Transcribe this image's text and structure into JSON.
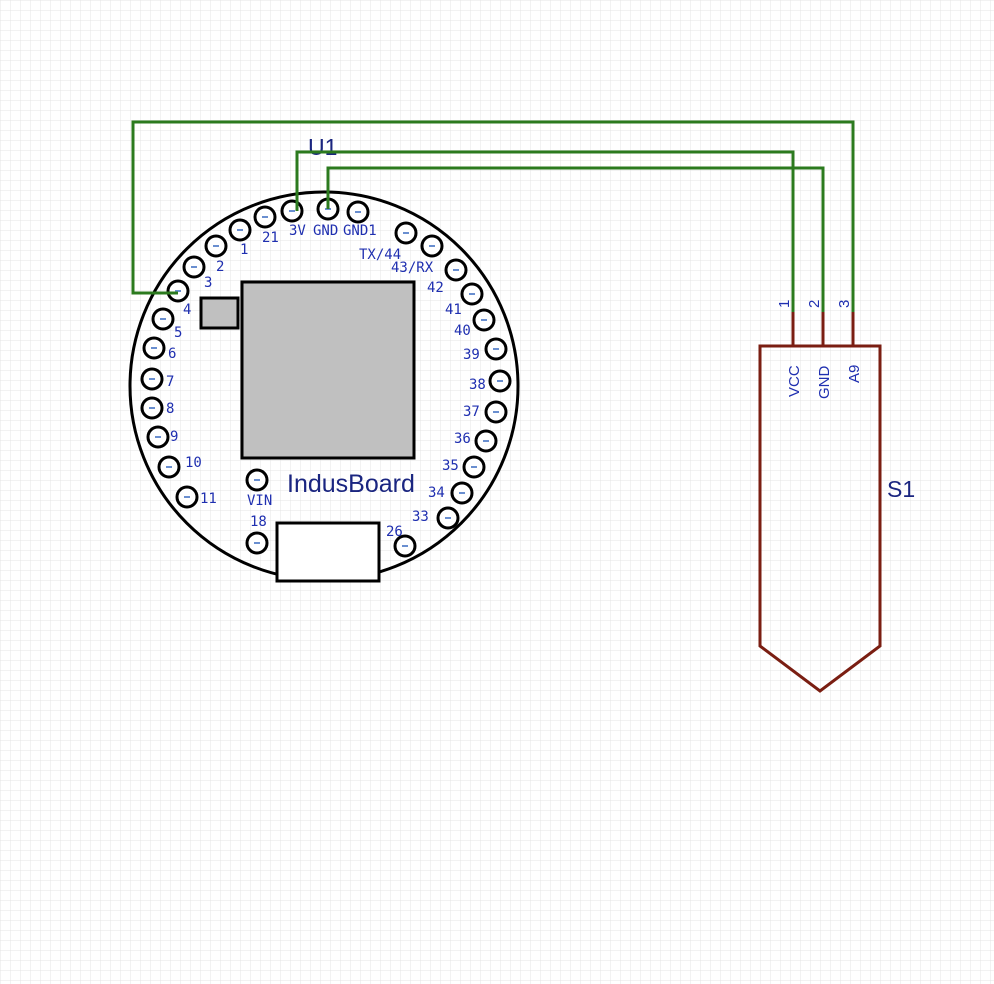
{
  "board": {
    "ref": "U1",
    "name": "IndusBoard",
    "pins": [
      "21",
      "1",
      "2",
      "3",
      "4",
      "5",
      "6",
      "7",
      "8",
      "9",
      "10",
      "11",
      "3V",
      "GND",
      "GND1",
      "TX/44",
      "43/RX",
      "42",
      "41",
      "40",
      "39",
      "38",
      "37",
      "36",
      "35",
      "34",
      "33",
      "26",
      "18",
      "VIN"
    ]
  },
  "sensor": {
    "ref": "S1",
    "pin_numbers": [
      "1",
      "2",
      "3"
    ],
    "pin_names": [
      "VCC",
      "GND",
      "A9"
    ]
  },
  "colors": {
    "wire": "#2b7a1e",
    "sensor": "#7a1e12",
    "board": "#000000",
    "chip": "#c0c0c0",
    "label": "#1f2fb0"
  }
}
